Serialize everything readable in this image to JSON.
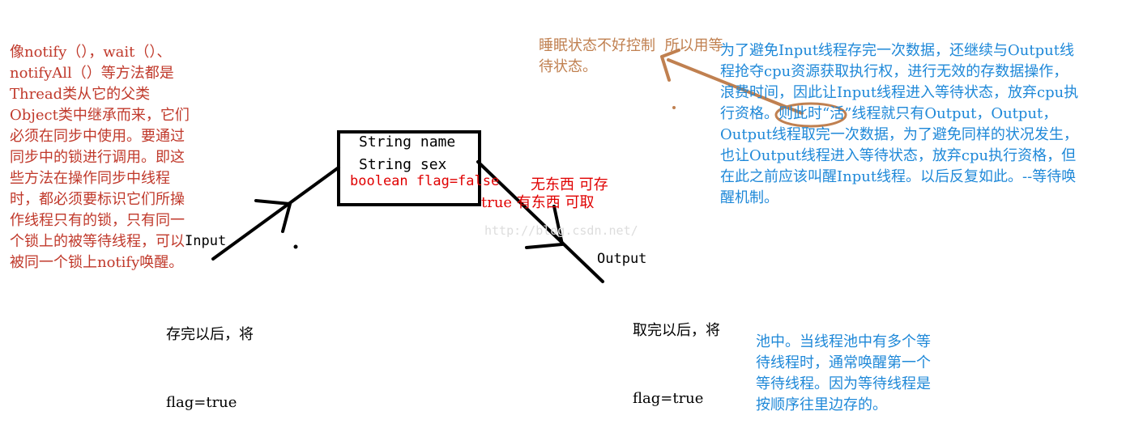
{
  "left_note": "像notify（），wait（）、notifyAll（）等方法都是Thread类从它的父类Object类中继承而来，它们必须在同步中使用。要通过同步中的锁进行调用。即这些方法在操作同步中线程时，都必须要标识它们所操作线程只有的锁，只有同一个锁上的被等待线程，可以被同一个锁上notify唤醒。",
  "box": {
    "line1": "String name",
    "line2": "String sex",
    "line3": "boolean flag=false"
  },
  "flag_annotations": {
    "false_meaning": "无东西 可存",
    "true_meaning": "true 有东西 可取"
  },
  "input": {
    "label": "Input",
    "note_line1": "存完以后，将",
    "note_line2": "flag=true"
  },
  "output": {
    "label": "Output",
    "note_line1": "取完以后，将",
    "note_line2": "flag=true"
  },
  "sleep_note": "睡眠状态不好控制  所以用等待状态。",
  "right_note": "为了避免Input线程存完一次数据，还继续与Output线程抢夺cpu资源获取执行权，进行无效的存数据操作，浪费时间，因此让Input线程进入等待状态，放弃cpu执行资格。则此时“活”线程就只有Output，Output，Output线程取完一次数据，为了避免同样的状况发生，也让Output线程进入等待状态，放弃cpu执行资格，但在此之前应该叫醒Input线程。以后反复如此。--等待唤醒机制。",
  "pool_note": "池中。当线程池中有多个等待线程时，通常唤醒第一个等待线程。因为等待线程是按顺序往里边存的。",
  "watermark": "http://blog.csdn.net/",
  "colors": {
    "red_text": "#c0392b",
    "bright_red": "#e00000",
    "blue_text": "#1e88d8",
    "brown": "#c08050"
  }
}
